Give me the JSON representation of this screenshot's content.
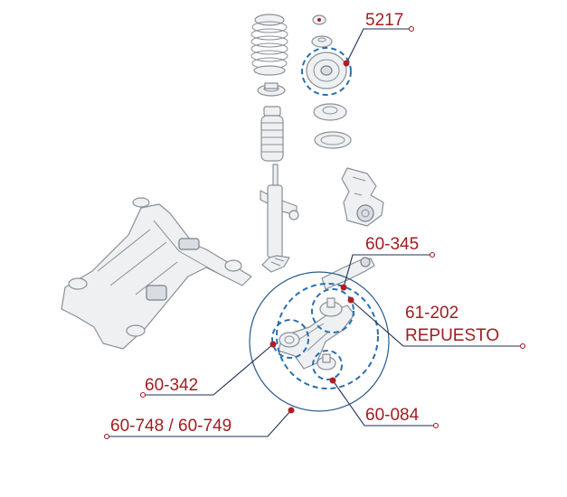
{
  "diagram": {
    "callouts": [
      {
        "id": "c5217",
        "label": "5217"
      },
      {
        "id": "c60345",
        "label": "60-345"
      },
      {
        "id": "c61202",
        "label": "61-202"
      },
      {
        "id": "c61202b",
        "label": "REPUESTO"
      },
      {
        "id": "c60342",
        "label": "60-342"
      },
      {
        "id": "c60748",
        "label": "60-748 / 60-749"
      },
      {
        "id": "c60084",
        "label": "60-084"
      }
    ]
  },
  "colors": {
    "label": "#a11d21",
    "leader": "#1f2f55",
    "highlight_circle": "#2a6fae"
  }
}
